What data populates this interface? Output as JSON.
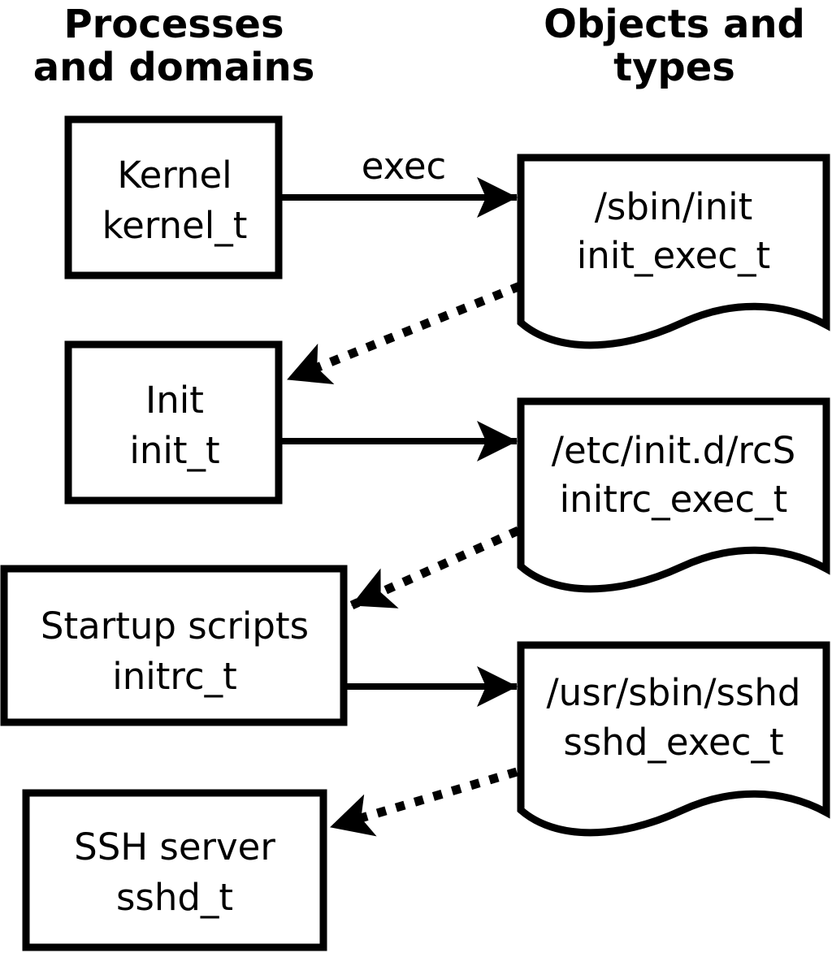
{
  "diagram": {
    "columns": {
      "left": {
        "line1": "Processes",
        "line2": "and domains"
      },
      "right": {
        "line1": "Objects and",
        "line2": "types"
      }
    },
    "processes": [
      {
        "name": "Kernel",
        "domain": "kernel_t"
      },
      {
        "name": "Init",
        "domain": "init_t"
      },
      {
        "name": "Startup scripts",
        "domain": "initrc_t"
      },
      {
        "name": "SSH server",
        "domain": "sshd_t"
      }
    ],
    "objects": [
      {
        "path": "/sbin/init",
        "type": "init_exec_t"
      },
      {
        "path": "/etc/init.d/rcS",
        "type": "initrc_exec_t"
      },
      {
        "path": "/usr/sbin/sshd",
        "type": "sshd_exec_t"
      }
    ],
    "edges": {
      "exec_label": "exec"
    },
    "colors": {
      "ink": "#000000",
      "background": "#ffffff"
    }
  }
}
